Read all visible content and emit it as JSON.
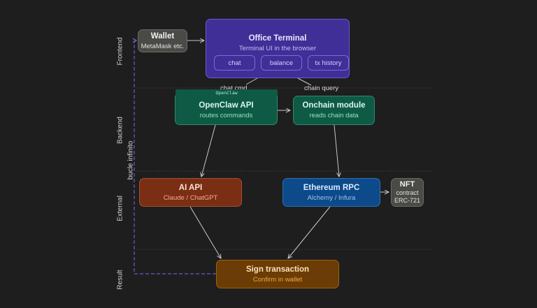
{
  "lanes": [
    {
      "id": "frontend",
      "label": "Frontend"
    },
    {
      "id": "backend",
      "label": "Backend"
    },
    {
      "id": "external",
      "label": "External"
    },
    {
      "id": "result",
      "label": "Result"
    }
  ],
  "loop_label": "bucle infinito",
  "nodes": {
    "wallet": {
      "title": "Wallet",
      "subtitle": "MetaMask etc."
    },
    "office_terminal": {
      "title": "Office Terminal",
      "subtitle": "Terminal UI in the browser",
      "chips": [
        "chat",
        "balance",
        "tx history"
      ]
    },
    "openclaw_api": {
      "tag": "OpenClaw",
      "title": "OpenClaw API",
      "subtitle": "routes commands"
    },
    "onchain_module": {
      "title": "Onchain module",
      "subtitle": "reads chain data"
    },
    "ai_api": {
      "title": "AI API",
      "subtitle": "Claude / ChatGPT"
    },
    "ethereum_rpc": {
      "title": "Ethereum RPC",
      "subtitle": "Alchemy / Infura"
    },
    "nft": {
      "title": "NFT",
      "subtitle": "contract",
      "subtitle2": "ERC-721"
    },
    "sign_transaction": {
      "title": "Sign transaction",
      "subtitle": "Confirm in wallet"
    }
  },
  "edges": [
    {
      "from": "wallet",
      "to": "office_terminal",
      "label": ""
    },
    {
      "from": "office_terminal",
      "to": "openclaw_api",
      "label": "chat cmd"
    },
    {
      "from": "office_terminal",
      "to": "onchain_module",
      "label": "chain query"
    },
    {
      "from": "openclaw_api",
      "to": "onchain_module",
      "label": ""
    },
    {
      "from": "openclaw_api",
      "to": "ai_api",
      "label": ""
    },
    {
      "from": "onchain_module",
      "to": "ethereum_rpc",
      "label": ""
    },
    {
      "from": "ethereum_rpc",
      "to": "nft",
      "label": ""
    },
    {
      "from": "ai_api",
      "to": "sign_transaction",
      "label": ""
    },
    {
      "from": "ethereum_rpc",
      "to": "sign_transaction",
      "label": ""
    },
    {
      "from": "sign_transaction",
      "to": "wallet",
      "label": "bucle infinito",
      "style": "dashed"
    }
  ],
  "colors": {
    "background": "#1e1e1e",
    "terminal": "#3f2f97",
    "backend": "#0f5a45",
    "ai": "#7a2e14",
    "rpc": "#0d4a8a",
    "neutral": "#4a4a47",
    "result": "#6b3c05",
    "loop": "#6a5ad0"
  }
}
